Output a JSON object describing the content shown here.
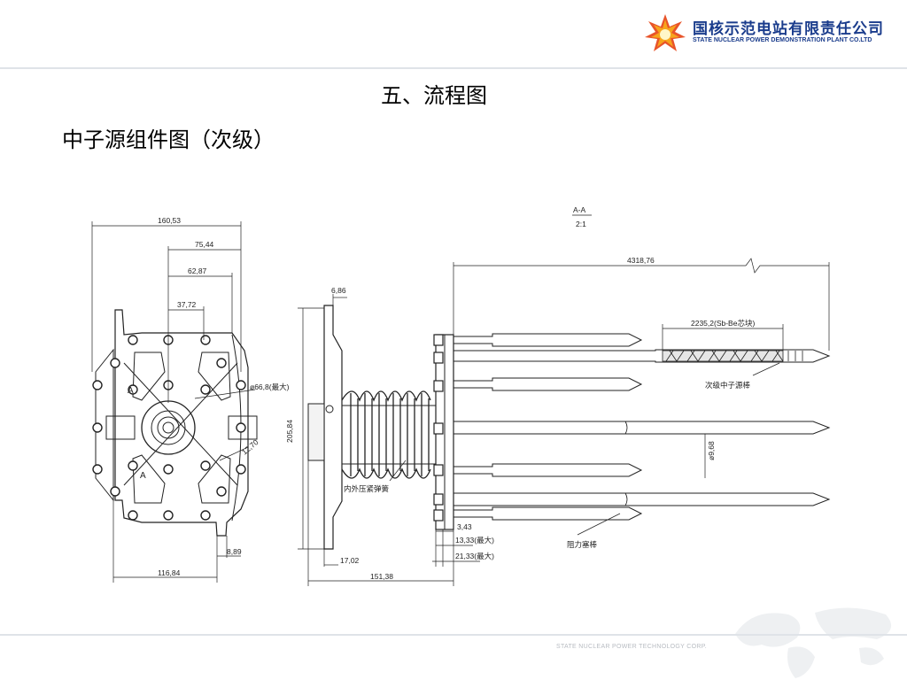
{
  "company": {
    "name_cn": "国核示范电站有限责任公司",
    "name_en": "STATE NUCLEAR POWER DEMONSTRATION PLANT CO.LTD"
  },
  "slide": {
    "title": "五、流程图",
    "subtitle": "中子源组件图（次级）"
  },
  "footer": {
    "text": "STATE NUCLEAR POWER TECHNOLOGY CORP."
  },
  "drawing": {
    "section_label": "A-A",
    "scale": "2:1",
    "dims": {
      "d160": "160,53",
      "d75": "75,44",
      "d62": "62,87",
      "d37": "37,72",
      "d66": "ø66,8(最大)",
      "d12": "12,70",
      "d8": "8,89",
      "d116": "116,84",
      "d686": "6,86",
      "d205": "205,84",
      "d1702": "17,02",
      "d151": "151,38",
      "d4318": "4318,76",
      "d2235": "2235,2(Sb-Be芯块)",
      "d968": "ø9,68",
      "d343": "3,43",
      "d1333": "13,33(最大)",
      "d2133": "21,33(最大)"
    },
    "labels": {
      "A1": "A",
      "A2": "A",
      "secondary_rod": "次级中子源棒",
      "spring": "内外压紧弹簧",
      "thimble_plug": "阻力塞棒"
    }
  }
}
